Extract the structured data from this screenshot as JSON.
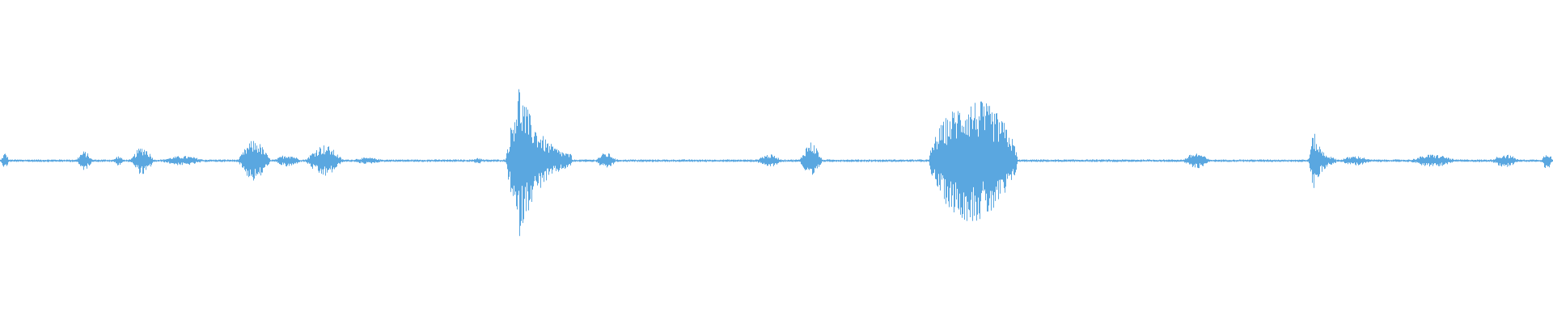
{
  "waveform": {
    "color": "#5aa7e0",
    "baseline_level": 0.008,
    "segments": [
      {
        "start": 0.0,
        "end": 0.006,
        "amp": 0.05,
        "shape": "burst"
      },
      {
        "start": 0.048,
        "end": 0.06,
        "amp": 0.06,
        "shape": "burst"
      },
      {
        "start": 0.072,
        "end": 0.08,
        "amp": 0.03,
        "shape": "burst"
      },
      {
        "start": 0.083,
        "end": 0.1,
        "amp": 0.09,
        "shape": "burst"
      },
      {
        "start": 0.1,
        "end": 0.135,
        "amp": 0.03,
        "shape": "burst"
      },
      {
        "start": 0.152,
        "end": 0.175,
        "amp": 0.13,
        "shape": "burst"
      },
      {
        "start": 0.175,
        "end": 0.195,
        "amp": 0.04,
        "shape": "burst"
      },
      {
        "start": 0.195,
        "end": 0.222,
        "amp": 0.1,
        "shape": "burst"
      },
      {
        "start": 0.222,
        "end": 0.25,
        "amp": 0.02,
        "shape": "burst"
      },
      {
        "start": 0.303,
        "end": 0.312,
        "amp": 0.02,
        "shape": "burst"
      },
      {
        "start": 0.325,
        "end": 0.368,
        "amp": 0.5,
        "shape": "attack"
      },
      {
        "start": 0.382,
        "end": 0.398,
        "amp": 0.05,
        "shape": "burst"
      },
      {
        "start": 0.485,
        "end": 0.505,
        "amp": 0.04,
        "shape": "burst"
      },
      {
        "start": 0.514,
        "end": 0.53,
        "amp": 0.12,
        "shape": "burst"
      },
      {
        "start": 0.598,
        "end": 0.655,
        "amp": 0.38,
        "shape": "dense"
      },
      {
        "start": 0.76,
        "end": 0.78,
        "amp": 0.05,
        "shape": "burst"
      },
      {
        "start": 0.842,
        "end": 0.86,
        "amp": 0.19,
        "shape": "attack"
      },
      {
        "start": 0.86,
        "end": 0.885,
        "amp": 0.03,
        "shape": "burst"
      },
      {
        "start": 0.905,
        "end": 0.94,
        "amp": 0.04,
        "shape": "burst"
      },
      {
        "start": 0.958,
        "end": 0.98,
        "amp": 0.04,
        "shape": "burst"
      },
      {
        "start": 0.992,
        "end": 1.0,
        "amp": 0.06,
        "shape": "burst"
      }
    ]
  }
}
